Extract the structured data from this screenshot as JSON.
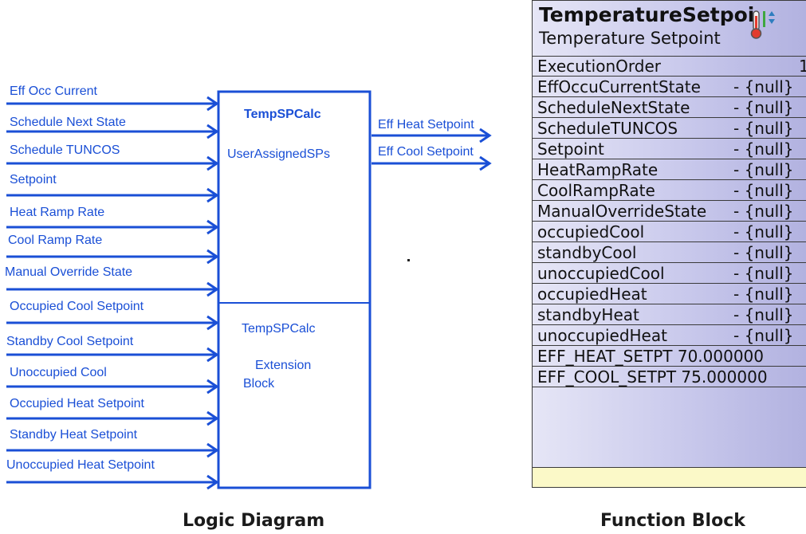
{
  "logic_diagram": {
    "caption": "Logic Diagram",
    "block": {
      "top_title": "TempSPCalc",
      "top_subtitle": "UserAssignedSPs",
      "bottom_title": "TempSPCalc",
      "bottom_line1": "Extension",
      "bottom_line2": "Block"
    },
    "inputs": [
      "Eff Occ Current",
      "Schedule Next State",
      "Schedule TUNCOS",
      "Setpoint",
      "Heat Ramp Rate",
      "Cool Ramp Rate",
      "Manual Override State",
      "Occupied Cool Setpoint",
      "Standby Cool Setpoint",
      "Unoccupied Cool",
      "Occupied Heat Setpoint",
      "Standby Heat Setpoint",
      "Unoccupied Heat Setpoint"
    ],
    "outputs": [
      "Eff Heat Setpoint",
      "Eff Cool Setpoint"
    ],
    "line_color": "#1a4fd6"
  },
  "function_block": {
    "caption": "Function Block",
    "title": "TemperatureSetpoi",
    "subtitle": "Temperature Setpoint",
    "icon": "thermometer-icon",
    "execution_label": "ExecutionOrder",
    "execution_value": "1",
    "rows": [
      {
        "name": "EffOccuCurrentState",
        "value": "- {null}"
      },
      {
        "name": "ScheduleNextState",
        "value": "- {null}"
      },
      {
        "name": "ScheduleTUNCOS",
        "value": "- {null}"
      },
      {
        "name": "Setpoint",
        "value": "- {null}"
      },
      {
        "name": "HeatRampRate",
        "value": "- {null}"
      },
      {
        "name": "CoolRampRate",
        "value": "- {null}"
      },
      {
        "name": "ManualOverrideState",
        "value": "- {null}"
      },
      {
        "name": "occupiedCool",
        "value": "- {null}"
      },
      {
        "name": "standbyCool",
        "value": "- {null}"
      },
      {
        "name": "unoccupiedCool",
        "value": "- {null}"
      },
      {
        "name": "occupiedHeat",
        "value": "- {null}"
      },
      {
        "name": "standbyHeat",
        "value": "- {null}"
      },
      {
        "name": "unoccupiedHeat",
        "value": "- {null}"
      }
    ],
    "outputs": [
      "EFF_HEAT_SETPT 70.000000",
      "EFF_COOL_SETPT 75.000000"
    ],
    "footer_color": "#fbf9c8"
  }
}
